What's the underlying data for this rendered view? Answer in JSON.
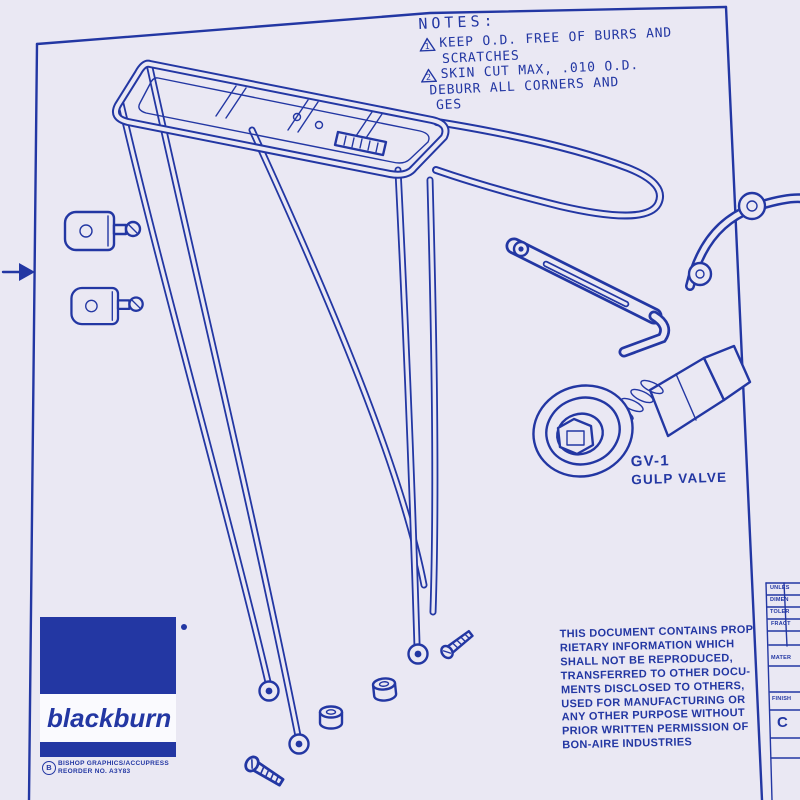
{
  "colors": {
    "ink": "#2337a3",
    "paper": "#eae8f3",
    "logo_blue": "#2337a3"
  },
  "notes": {
    "title": "NOTES:",
    "items": [
      {
        "marker": "1",
        "text": "KEEP O.D. FREE OF BURRS AND"
      },
      {
        "marker": "",
        "text": "SCRATCHES"
      },
      {
        "marker": "2",
        "text": "SKIN CUT MAX, .010 O.D."
      },
      {
        "marker": "",
        "text": "DEBURR ALL CORNERS AND"
      },
      {
        "marker": "",
        "text": "GES"
      }
    ]
  },
  "valve": {
    "code": "GV-1",
    "name": "GULP VALVE"
  },
  "logo": {
    "text": "blackburn"
  },
  "proprietary": {
    "lines": [
      "THIS DOCUMENT CONTAINS PROP",
      "RIETARY INFORMATION WHICH",
      "SHALL NOT BE REPRODUCED,",
      "TRANSFERRED TO OTHER DOCU-",
      "MENTS DISCLOSED TO OTHERS,",
      "USED FOR MANUFACTURING OR",
      "ANY OTHER PURPOSE WITHOUT",
      "PRIOR WRITTEN PERMISSION OF",
      "BON-AIRE INDUSTRIES"
    ]
  },
  "footer": {
    "logo_glyph": "B",
    "line1": "BISHOP GRAPHICS/ACCUPRESS",
    "line2": "REORDER NO. A3Y83"
  },
  "title_block": {
    "fragments": [
      "UNLES",
      "DIMEN",
      "TOLER",
      "FRACT",
      "MATER",
      "FINISH"
    ],
    "size_letter": "C"
  }
}
